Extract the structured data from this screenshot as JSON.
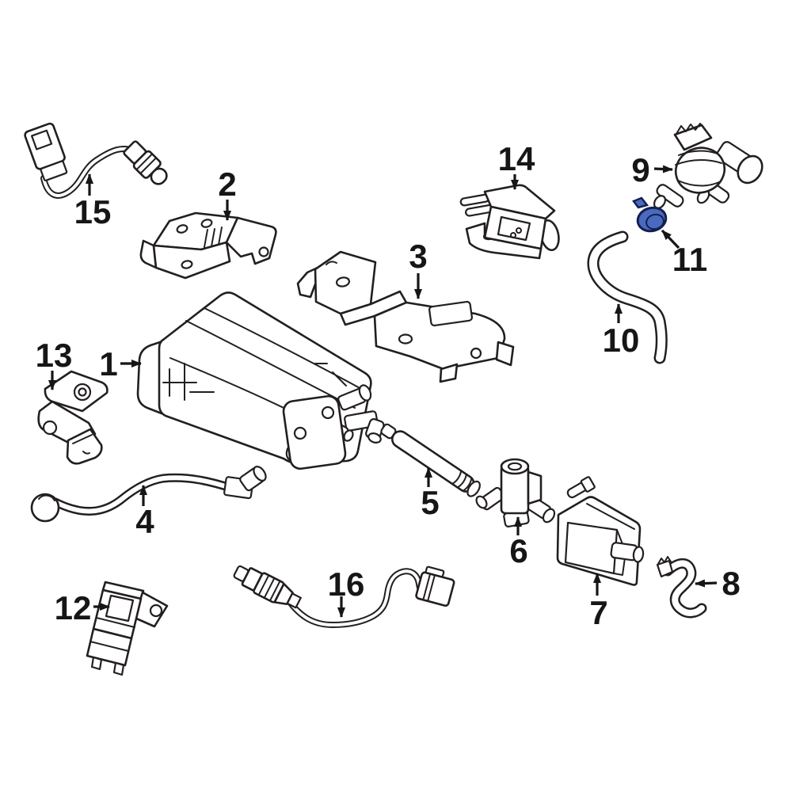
{
  "diagram": {
    "background": "#ffffff",
    "line_color": "#231f20",
    "label_color": "#161616",
    "highlight": {
      "fill": "#4a6abf",
      "stroke": "#13204f",
      "highlighted_part": "11"
    }
  },
  "callouts": {
    "c1": {
      "label": "1"
    },
    "c2": {
      "label": "2"
    },
    "c3": {
      "label": "3"
    },
    "c4": {
      "label": "4"
    },
    "c5": {
      "label": "5"
    },
    "c6": {
      "label": "6"
    },
    "c7": {
      "label": "7"
    },
    "c8": {
      "label": "8"
    },
    "c9": {
      "label": "9"
    },
    "c10": {
      "label": "10"
    },
    "c11": {
      "label": "11"
    },
    "c12": {
      "label": "12"
    },
    "c13": {
      "label": "13"
    },
    "c14": {
      "label": "14"
    },
    "c15": {
      "label": "15"
    },
    "c16": {
      "label": "16"
    }
  }
}
